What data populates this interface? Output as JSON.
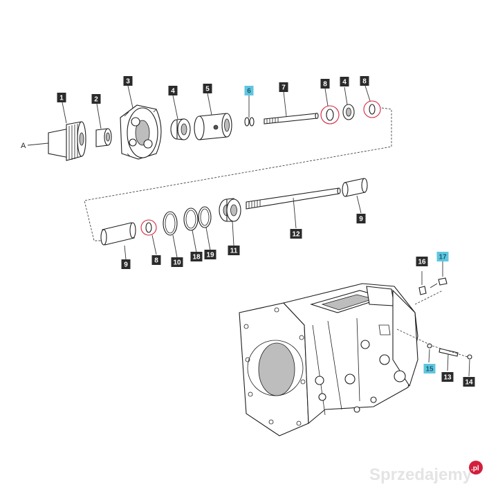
{
  "diagram": {
    "callouts": [
      {
        "id": "1",
        "highlight": false
      },
      {
        "id": "2",
        "highlight": false
      },
      {
        "id": "3",
        "highlight": false
      },
      {
        "id": "4",
        "highlight": false
      },
      {
        "id": "5",
        "highlight": false
      },
      {
        "id": "6",
        "highlight": true
      },
      {
        "id": "7",
        "highlight": false
      },
      {
        "id": "8",
        "highlight": false
      },
      {
        "id": "4",
        "highlight": false
      },
      {
        "id": "8",
        "highlight": false
      },
      {
        "id": "9",
        "highlight": false
      },
      {
        "id": "12",
        "highlight": false
      },
      {
        "id": "9",
        "highlight": false
      },
      {
        "id": "8",
        "highlight": false
      },
      {
        "id": "10",
        "highlight": false
      },
      {
        "id": "18",
        "highlight": false
      },
      {
        "id": "19",
        "highlight": false
      },
      {
        "id": "11",
        "highlight": false
      },
      {
        "id": "16",
        "highlight": false
      },
      {
        "id": "17",
        "highlight": true
      },
      {
        "id": "15",
        "highlight": true
      },
      {
        "id": "13",
        "highlight": false
      },
      {
        "id": "14",
        "highlight": false
      }
    ],
    "reference_label": "A",
    "highlight_color": "#5fc6e0",
    "ring_color": "#d9203a"
  },
  "watermark": {
    "text": "Sprzedajemy",
    "suffix": ".pl"
  }
}
